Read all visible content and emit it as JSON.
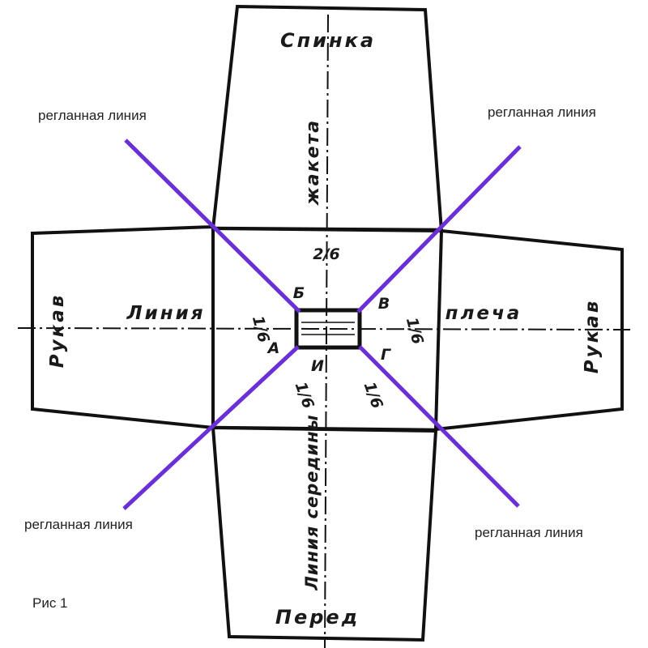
{
  "colors": {
    "outline": "#111111",
    "raglan": "#6a2fd6",
    "text": "#1a1a1a"
  },
  "labels": {
    "back": "Спинка",
    "jacket": "жакета",
    "front": "Перед",
    "center_line": "Линия середины",
    "line": "Линия",
    "shoulder": "плеча",
    "sleeve_left": "Рукав",
    "sleeve_right": "Рукав",
    "frac_top": "2/6",
    "frac_left": "1/6",
    "frac_right": "1/6",
    "frac_bottom_left": "1/6",
    "frac_bottom_right": "1/6",
    "point_b": "Б",
    "point_v": "В",
    "point_a": "А",
    "point_i": "И",
    "point_g": "Г",
    "raglan_tl": "регланная линия",
    "raglan_tr": "регланная линия",
    "raglan_bl": "регланная линия",
    "raglan_br": "регланная линия",
    "figure": "Рис 1"
  }
}
